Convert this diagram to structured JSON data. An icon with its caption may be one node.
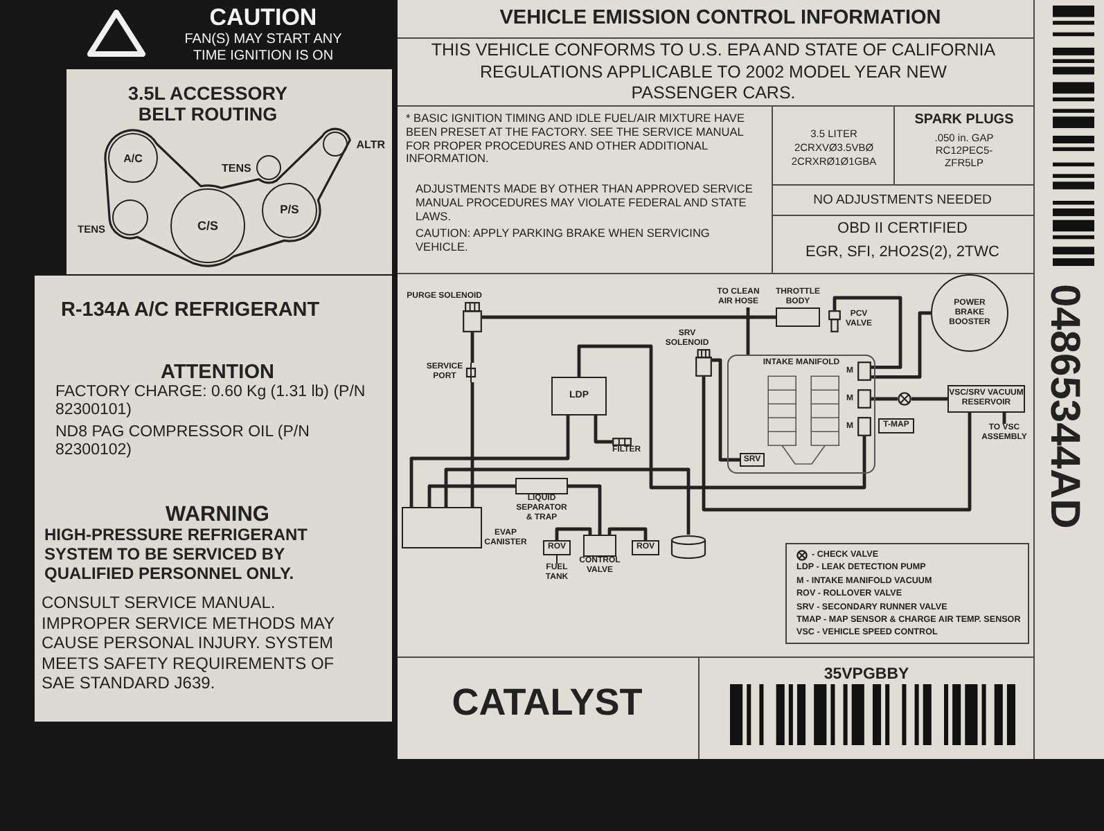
{
  "diagram": {
    "title": "VEHICLE EMISSION CONTROL INFORMATION",
    "nodes": [
      {
        "text": [
          "A/C"
        ]
      },
      {
        "text": [
          "TENS"
        ]
      },
      {
        "text": [
          "ALTR"
        ]
      },
      {
        "text": [
          "TENS"
        ]
      },
      {
        "text": [
          "C/S"
        ]
      },
      {
        "text": [
          "P/S"
        ]
      },
      {
        "text": [
          "PURGE SOLENOID"
        ]
      },
      {
        "text": [
          "TO CLEAN AIR HOSE"
        ]
      },
      {
        "text": [
          "THROTTLE BODY"
        ]
      },
      {
        "text": [
          "PCV VALVE"
        ]
      },
      {
        "text": [
          "POWER BRAKE BOOSTER"
        ]
      },
      {
        "text": [
          "SRV SOLENOID"
        ]
      },
      {
        "text": [
          "SERVICE PORT"
        ]
      },
      {
        "text": [
          "INTAKE MANIFOLD"
        ]
      },
      {
        "text": [
          "M"
        ],
        "in": 13
      },
      {
        "text": [
          "M"
        ],
        "in": 13
      },
      {
        "text": [
          "M"
        ],
        "in": 13
      },
      {
        "text": [
          "SRV"
        ],
        "in": 13
      },
      {
        "text": [
          "LDP"
        ]
      },
      {
        "text": [],
        "shape": "circle"
      },
      {
        "text": [
          "VSC/SRV VACUUM RESERVOIR"
        ]
      },
      {
        "text": [
          "T-MAP"
        ]
      },
      {
        "text": [
          "TO VSC ASSEMBLY"
        ]
      },
      {
        "text": [
          "FILTER"
        ]
      },
      {
        "text": [
          "LIQUID SEPARATOR & TRAP"
        ]
      },
      {
        "text": [
          "ROV"
        ]
      },
      {
        "text": [
          "CONTROL VALVE"
        ]
      },
      {
        "text": [
          "ROV"
        ]
      },
      {
        "text": [],
        "shape": "cylinder"
      },
      {
        "text": [
          "FUEL TANK"
        ]
      },
      {
        "text": [
          "EVAP CANISTER"
        ]
      }
    ],
    "edges": [
      {
        "from": 6,
        "to": 8,
        "arrow": "none"
      },
      {
        "from": 6,
        "to": 12,
        "arrow": "none"
      },
      {
        "from": 12,
        "to": 30,
        "arrow": "none"
      },
      {
        "from": 7,
        "to": 13,
        "arrow": "none"
      },
      {
        "from": 9,
        "to": 14,
        "arrow": "none"
      },
      {
        "from": 14,
        "to": 10,
        "arrow": "none"
      },
      {
        "from": 15,
        "to": 19,
        "arrow": "none"
      },
      {
        "from": 19,
        "to": 20,
        "arrow": "none"
      },
      {
        "from": 20,
        "to": 22,
        "arrow": "none"
      },
      {
        "from": 11,
        "to": 17,
        "arrow": "none"
      },
      {
        "from": 11,
        "to": 20,
        "arrow": "none"
      },
      {
        "from": 18,
        "to": 16,
        "arrow": "none"
      },
      {
        "from": 18,
        "to": 23,
        "arrow": "none"
      },
      {
        "from": 18,
        "to": 30,
        "arrow": "none"
      },
      {
        "from": 30,
        "to": 24,
        "arrow": "none"
      },
      {
        "from": 24,
        "to": 26,
        "arrow": "none"
      },
      {
        "from": 25,
        "to": 26,
        "arrow": "none"
      },
      {
        "from": 26,
        "to": 27,
        "arrow": "none"
      },
      {
        "from": 30,
        "to": 28,
        "arrow": "none"
      },
      {
        "from": 29,
        "to": 25,
        "arrow": "none"
      }
    ],
    "labels": [
      "CAUTION",
      "FAN(S) MAY START ANY TIME IGNITION IS ON",
      "3.5L ACCESSORY BELT ROUTING",
      "R-134A A/C REFRIGERANT",
      "ATTENTION",
      "FACTORY CHARGE: 0.60 Kg (1.31 lb) (P/N 82300101)",
      "ND8 PAG COMPRESSOR OIL (P/N 82300102)",
      "WARNING",
      "HIGH-PRESSURE REFRIGERANT SYSTEM TO BE SERVICED BY QUALIFIED PERSONNEL ONLY.",
      "CONSULT SERVICE MANUAL. IMPROPER SERVICE METHODS MAY CAUSE PERSONAL INJURY. SYSTEM MEETS SAFETY REQUIREMENTS OF SAE STANDARD J639.",
      "THIS VEHICLE CONFORMS TO U.S. EPA AND STATE OF CALIFORNIA REGULATIONS APPLICABLE TO 2002 MODEL YEAR NEW PASSENGER CARS.",
      "* BASIC IGNITION TIMING AND IDLE FUEL/AIR MIXTURE HAVE BEEN PRESET AT THE FACTORY. SEE THE SERVICE MANUAL FOR PROPER PROCEDURES AND OTHER ADDITIONAL INFORMATION.",
      "ADJUSTMENTS MADE BY OTHER THAN APPROVED SERVICE MANUAL PROCEDURES MAY VIOLATE FEDERAL AND STATE LAWS.",
      "CAUTION: APPLY PARKING BRAKE WHEN SERVICING VEHICLE.",
      "3.5 LITER",
      "2CRXVØ3.5VBØ",
      "2CRXRØ1Ø1GBA",
      "SPARK PLUGS",
      ".050 in. GAP",
      "RC12PEC5-ZFR5LP",
      "NO ADJUSTMENTS NEEDED",
      "OBD II CERTIFIED",
      "EGR, SFI, 2HO2S(2), 2TWC",
      "CATALYST",
      "35VPGBBY",
      "04865344AD"
    ],
    "legend": [
      {
        "text": "- CHECK VALVE"
      },
      {
        "text": "LDP - LEAK DETECTION PUMP"
      },
      {
        "text": "M - INTAKE MANIFOLD VACUUM"
      },
      {
        "text": "ROV - ROLLOVER VALVE"
      },
      {
        "text": "SRV - SECONDARY RUNNER VALVE"
      },
      {
        "text": "TMAP - MAP SENSOR & CHARGE AIR TEMP. SENSOR"
      },
      {
        "text": "VSC - VEHICLE SPEED CONTROL"
      }
    ]
  }
}
